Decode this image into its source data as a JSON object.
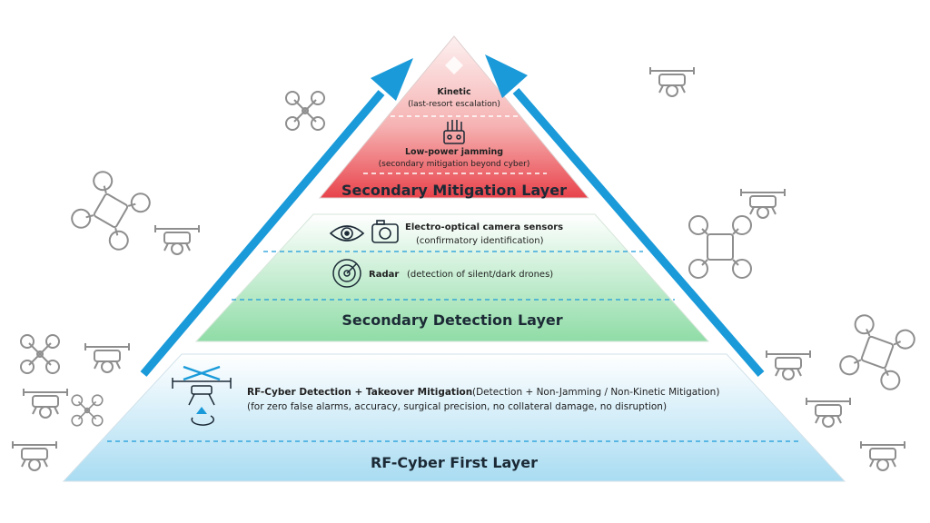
{
  "layers": {
    "top": {
      "kinetic_title": "Kinetic",
      "kinetic_sub": "(last-resort escalation)",
      "jamming_title": "Low-power jamming",
      "jamming_sub": "(secondary mitigation beyond cyber)",
      "layer_name": "Secondary Mitigation Layer"
    },
    "middle": {
      "eo_title": "Electro-optical camera sensors",
      "eo_sub": "(confirmatory identification)",
      "radar_title": "Radar",
      "radar_sub": "(detection of silent/dark drones)",
      "layer_name": "Secondary Detection Layer"
    },
    "bottom": {
      "rf_title": "RF-Cyber Detection + Takeover Mitigation",
      "rf_paren": "(Detection + Non-Jamming / Non-Kinetic Mitigation)",
      "rf_sub": "(for zero false alarms, accuracy, surgical precision, no collateral damage, no disruption)",
      "layer_name": "RF-Cyber First Layer"
    }
  },
  "icons": [
    "eye-icon",
    "camera-icon",
    "radar-icon",
    "jammer-icon",
    "takeover-drone-icon",
    "drone-icon"
  ],
  "colors": {
    "arrow": "#1a9ad9",
    "mitigation": "#e8434b",
    "detection": "#8fdca6",
    "rf_cyber": "#a9dcf2",
    "divider": "#1a9ad9"
  }
}
